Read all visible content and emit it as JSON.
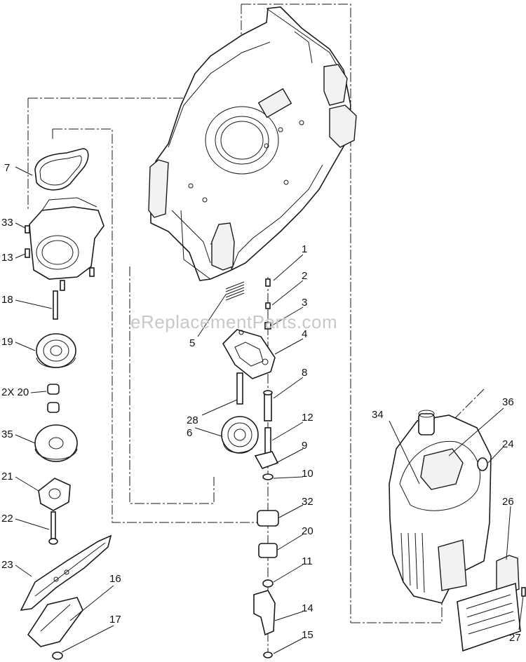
{
  "watermark": "eReplacementParts.com",
  "callouts": [
    "1",
    "2",
    "3",
    "4",
    "5",
    "6",
    "7",
    "8",
    "9",
    "10",
    "11",
    "12",
    "13",
    "14",
    "15",
    "16",
    "17",
    "18",
    "19",
    "2X 20",
    "20",
    "21",
    "22",
    "23",
    "24",
    "26",
    "27",
    "28",
    "32",
    "33",
    "34",
    "35",
    "36"
  ]
}
